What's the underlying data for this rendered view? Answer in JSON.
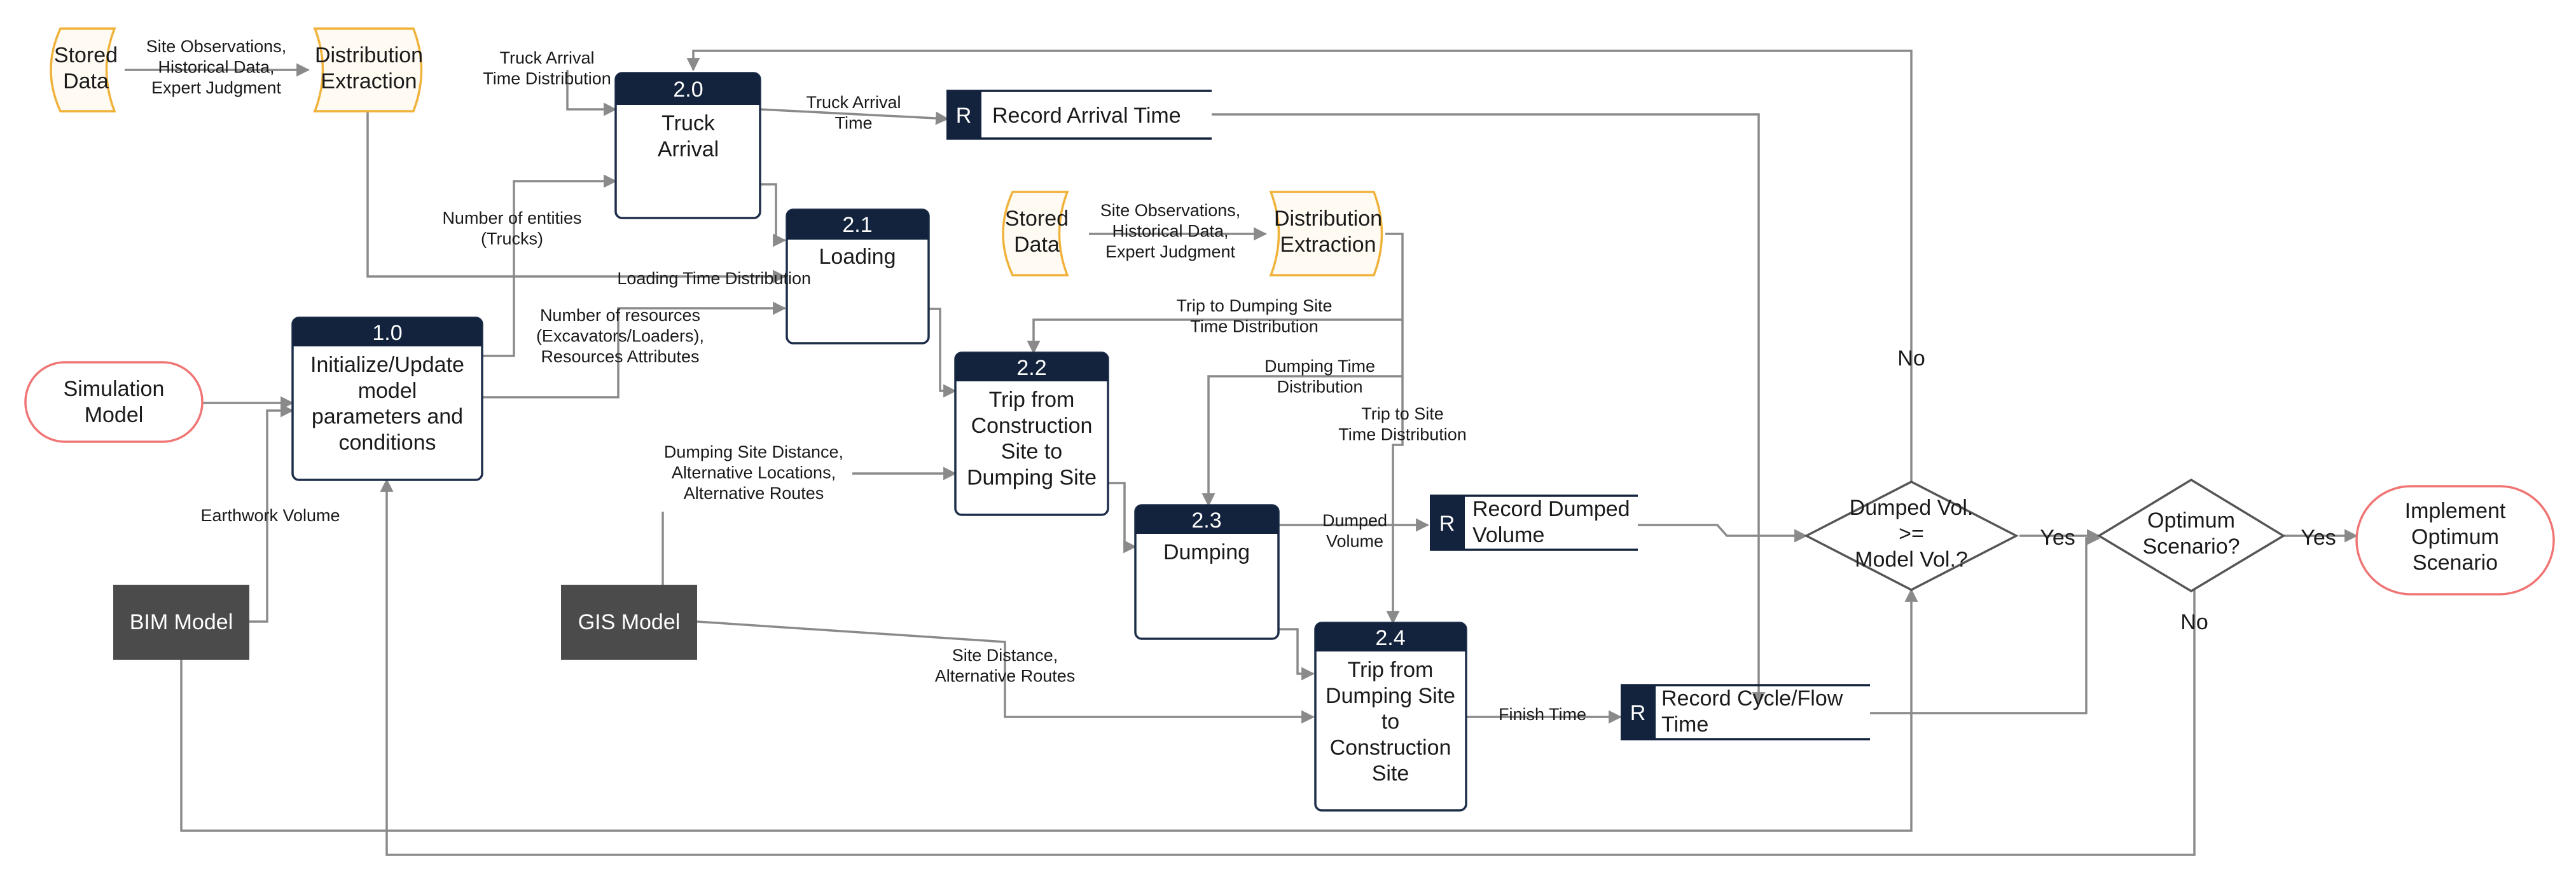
{
  "nodes": {
    "stored_data_1": "Stored\nData",
    "site_obs_1": "Site Observations,\nHistorical Data,\nExpert Judgment",
    "dist_extract_1": "Distribution\nExtraction",
    "truck_arrival_dist": "Truck Arrival\nTime Distribution",
    "p20_num": "2.0",
    "p20_title": "Truck\nArrival",
    "truck_arrival_time": "Truck Arrival\nTime",
    "rec_arrival": "Record Arrival Time",
    "p21_num": "2.1",
    "p21_title": "Loading",
    "num_entities": "Number of entities\n(Trucks)",
    "loading_dist": "Loading Time Distribution",
    "stored_data_2": "Stored\nData",
    "site_obs_2": "Site Observations,\nHistorical Data,\nExpert Judgment",
    "dist_extract_2": "Distribution\nExtraction",
    "trip_dump_dist": "Trip to Dumping Site\nTime Distribution",
    "num_resources": "Number of resources\n(Excavators/Loaders),\nResources Attributes",
    "p10_num": "1.0",
    "p10_title": "Initialize/Update\nmodel\nparameters and\nconditions",
    "sim_model": "Simulation\nModel",
    "p22_num": "2.2",
    "p22_title": "Trip from\nConstruction\nSite to\nDumping Site",
    "dumping_time_dist": "Dumping Time\nDistribution",
    "trip_site_dist": "Trip to Site\nTime Distribution",
    "dump_site_info": "Dumping Site Distance,\nAlternative Locations,\nAlternative Routes",
    "p23_num": "2.3",
    "p23_title": "Dumping",
    "dumped_volume": "Dumped\nVolume",
    "rec_dumped": "Record Dumped\nVolume",
    "earthwork": "Earthwork Volume",
    "bim_model": "BIM Model",
    "gis_model": "GIS Model",
    "site_dist": "Site Distance,\nAlternative Routes",
    "p24_num": "2.4",
    "p24_title": "Trip from\nDumping Site\nto\nConstruction\nSite",
    "finish_time": "Finish Time",
    "rec_cycle": "Record Cycle/Flow\nTime",
    "r_letter": "R",
    "dec1": "Dumped Vol.\n>=\nModel Vol.?",
    "no_1": "No",
    "yes_1": "Yes",
    "dec2": "Optimum\nScenario?",
    "yes_2": "Yes",
    "no_2": "No",
    "implement": "Implement\nOptimum\nScenario"
  },
  "colors": {
    "navy": "#13233d",
    "orange": "#f0b23a",
    "red": "#f07575",
    "dark_box": "#4b4b4b",
    "line": "#8a8a8a"
  }
}
